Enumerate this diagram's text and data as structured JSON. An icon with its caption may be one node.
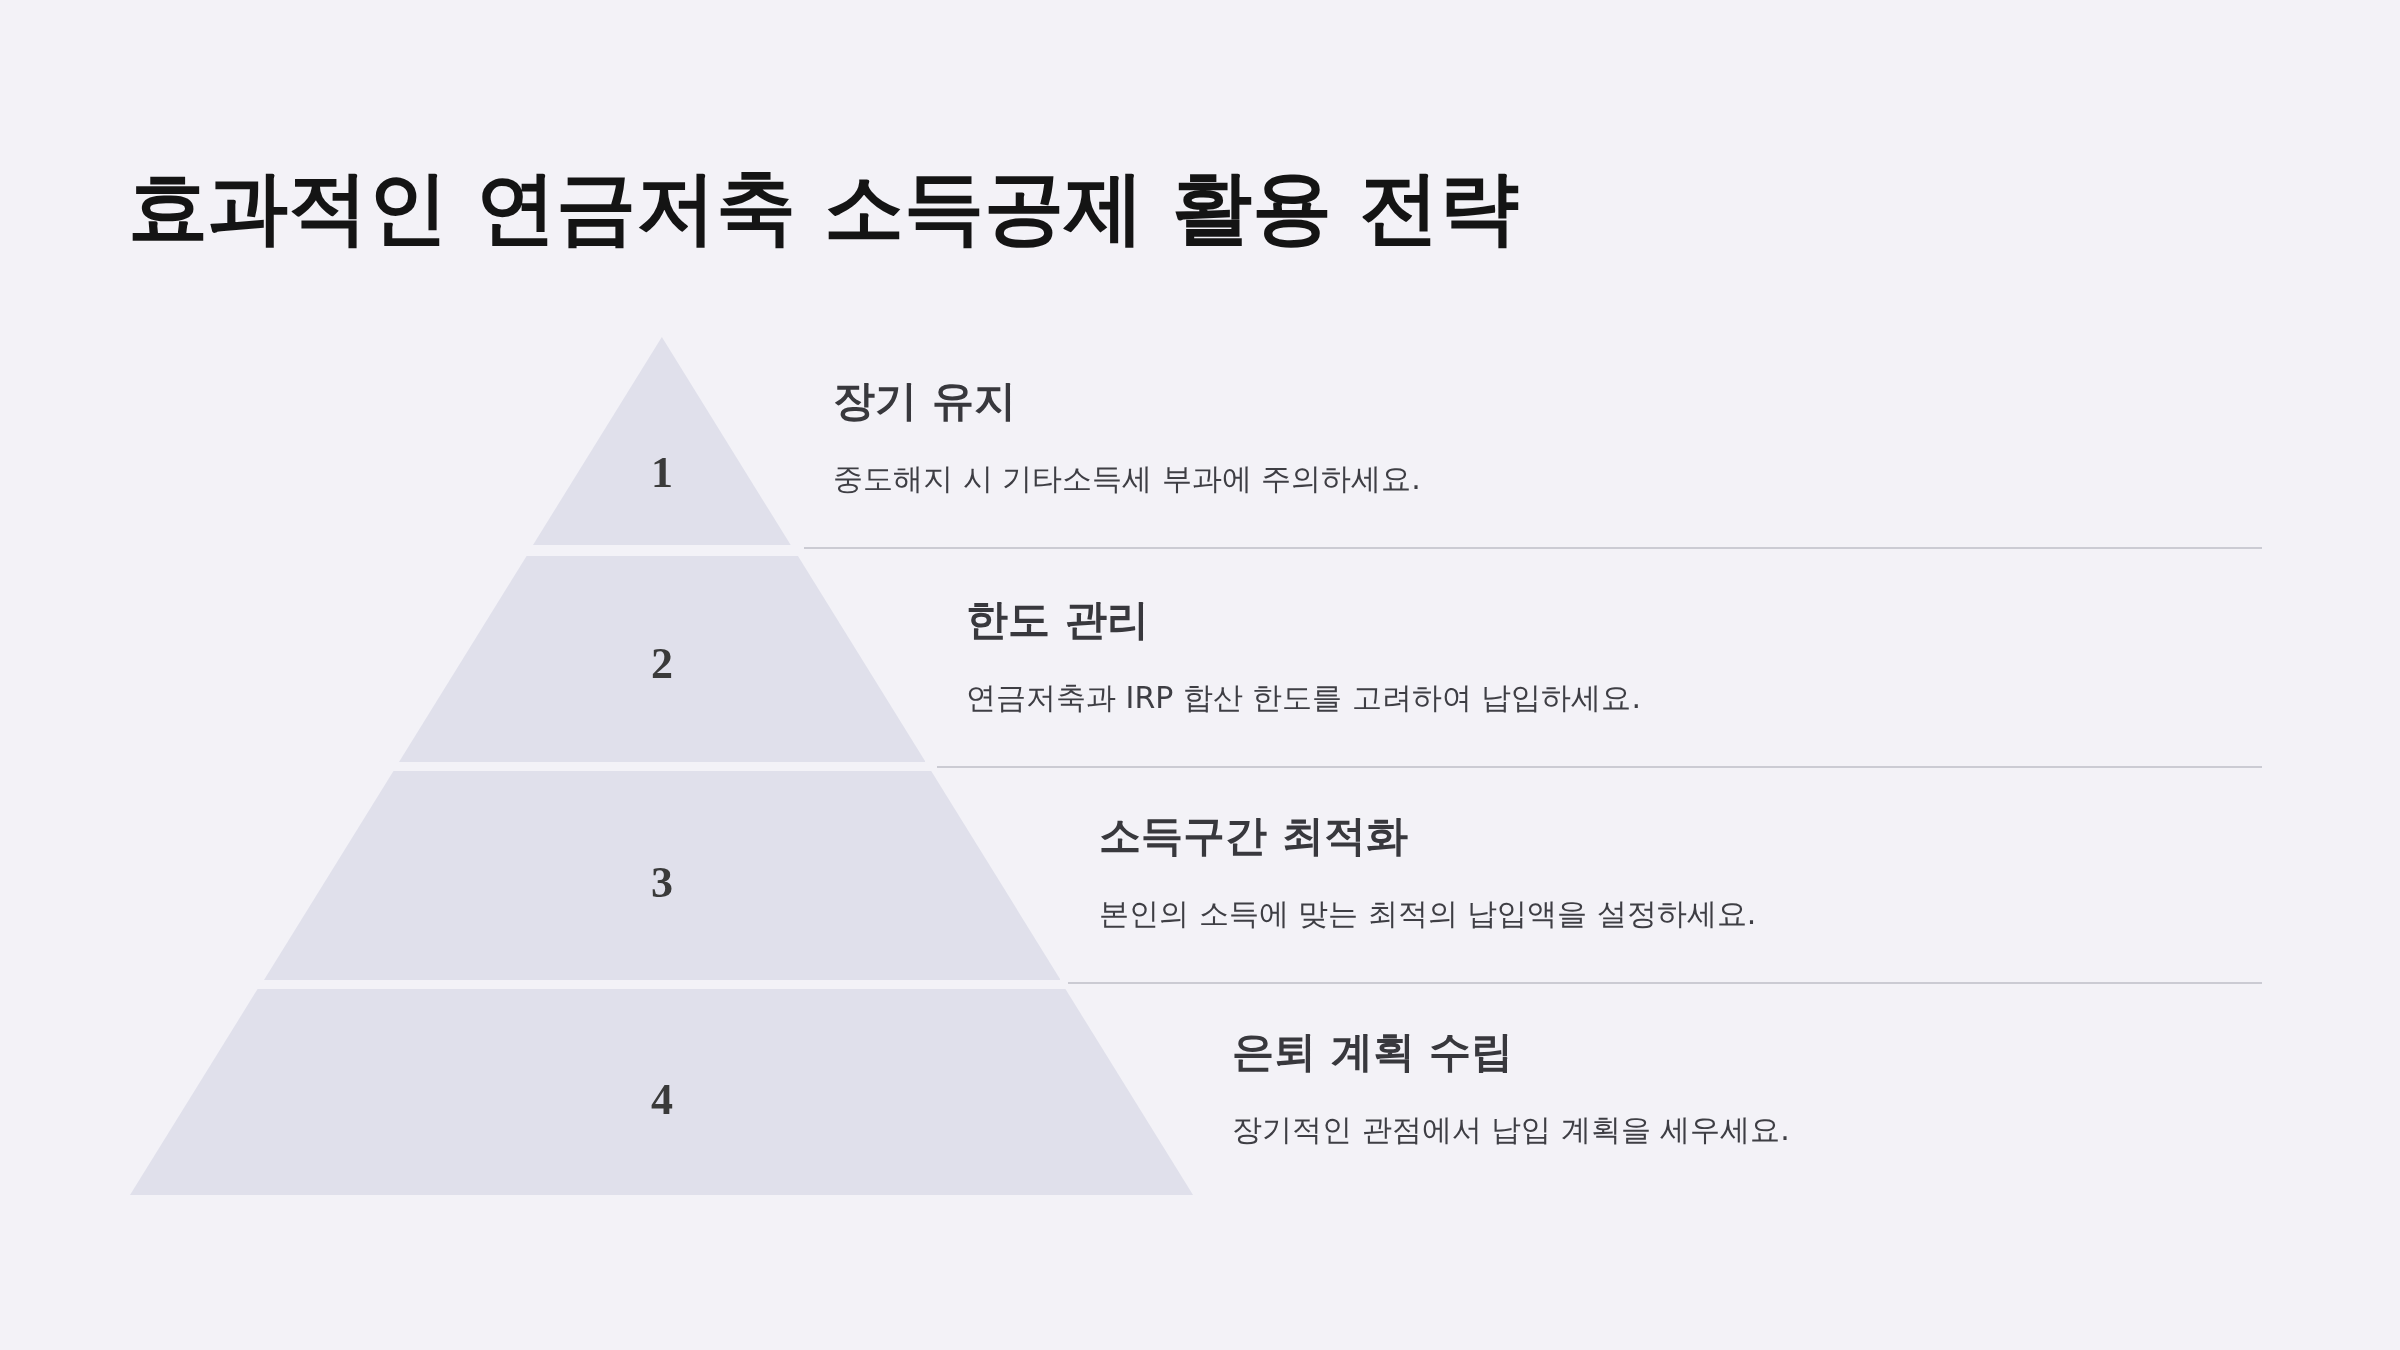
{
  "diagram": {
    "title": "효과적인 연금저축 소득공제 활용 전략",
    "nodes": [
      {
        "text": [
          "1"
        ],
        "beside": [
          "장기 유지",
          "중도해지 시 기타소득세 부과에 주의하세요."
        ]
      },
      {
        "text": [
          "2"
        ],
        "beside": [
          "한도 관리",
          "연금저축과 IRP 합산 한도를 고려하여 납입하세요."
        ]
      },
      {
        "text": [
          "3"
        ],
        "beside": [
          "소득구간 최적화",
          "본인의 소득에 맞는 최적의 납입액을 설정하세요."
        ]
      },
      {
        "text": [
          "4"
        ],
        "beside": [
          "은퇴 계획 수립",
          "장기적인 관점에서 납입 계획을 세우세요."
        ]
      }
    ]
  }
}
